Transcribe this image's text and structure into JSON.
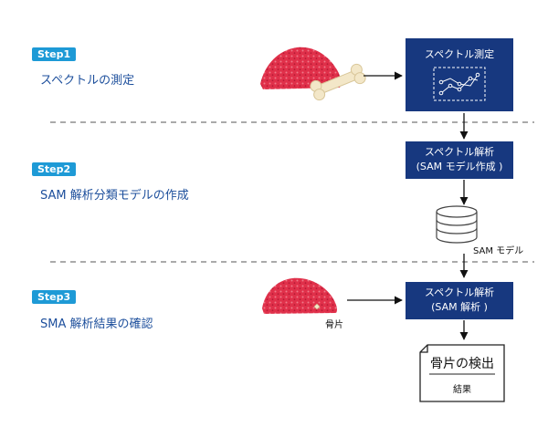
{
  "steps": [
    {
      "badge": "Step1",
      "label": "スペクトルの測定"
    },
    {
      "badge": "Step2",
      "label": "SAM 解析分類モデルの作成"
    },
    {
      "badge": "Step3",
      "label": "SMA 解析結果の確認"
    }
  ],
  "boxes": {
    "measure": {
      "title": "スペクトル測定"
    },
    "model": {
      "line1": "スペクトル解析",
      "line2": "(SAM モデル作成 )"
    },
    "analysis": {
      "line1": "スペクトル解析",
      "line2": "(SAM 解析 )"
    }
  },
  "labels": {
    "database": "SAM モデル",
    "bone_fragment": "骨片"
  },
  "result_doc": {
    "title": "骨片の検出",
    "subtitle": "結果"
  },
  "colors": {
    "badge": "#1e9ad6",
    "step_text": "#1d4f9c",
    "box": "#17387f",
    "meat": "#e0304a",
    "bone": "#f3e7c8"
  },
  "icons": [
    "meat-icon",
    "bone-icon",
    "spectrum-chart-icon",
    "database-icon",
    "document-icon"
  ]
}
